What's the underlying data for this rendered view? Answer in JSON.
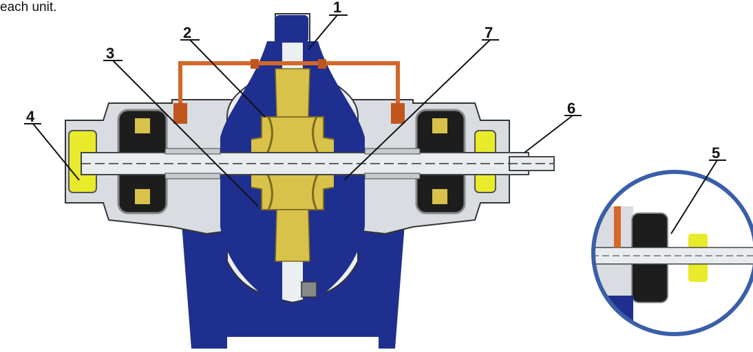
{
  "caption_fragment": "each unit.",
  "callouts": [
    {
      "id": "1",
      "label": "1"
    },
    {
      "id": "2",
      "label": "2"
    },
    {
      "id": "3",
      "label": "3"
    },
    {
      "id": "4",
      "label": "4"
    },
    {
      "id": "5",
      "label": "5"
    },
    {
      "id": "6",
      "label": "6"
    },
    {
      "id": "7",
      "label": "7"
    }
  ],
  "colors": {
    "casing_blue": "#1f2f8f",
    "impeller_gold": "#d8c24a",
    "pipe_orange": "#d2692a",
    "housing_grey": "#d9dce0",
    "shaft_silver": "#e9ecef",
    "bearing_black": "#1d1d1d",
    "accent_yellow": "#e8ea2a",
    "detail_ring": "#3a5ea8"
  }
}
